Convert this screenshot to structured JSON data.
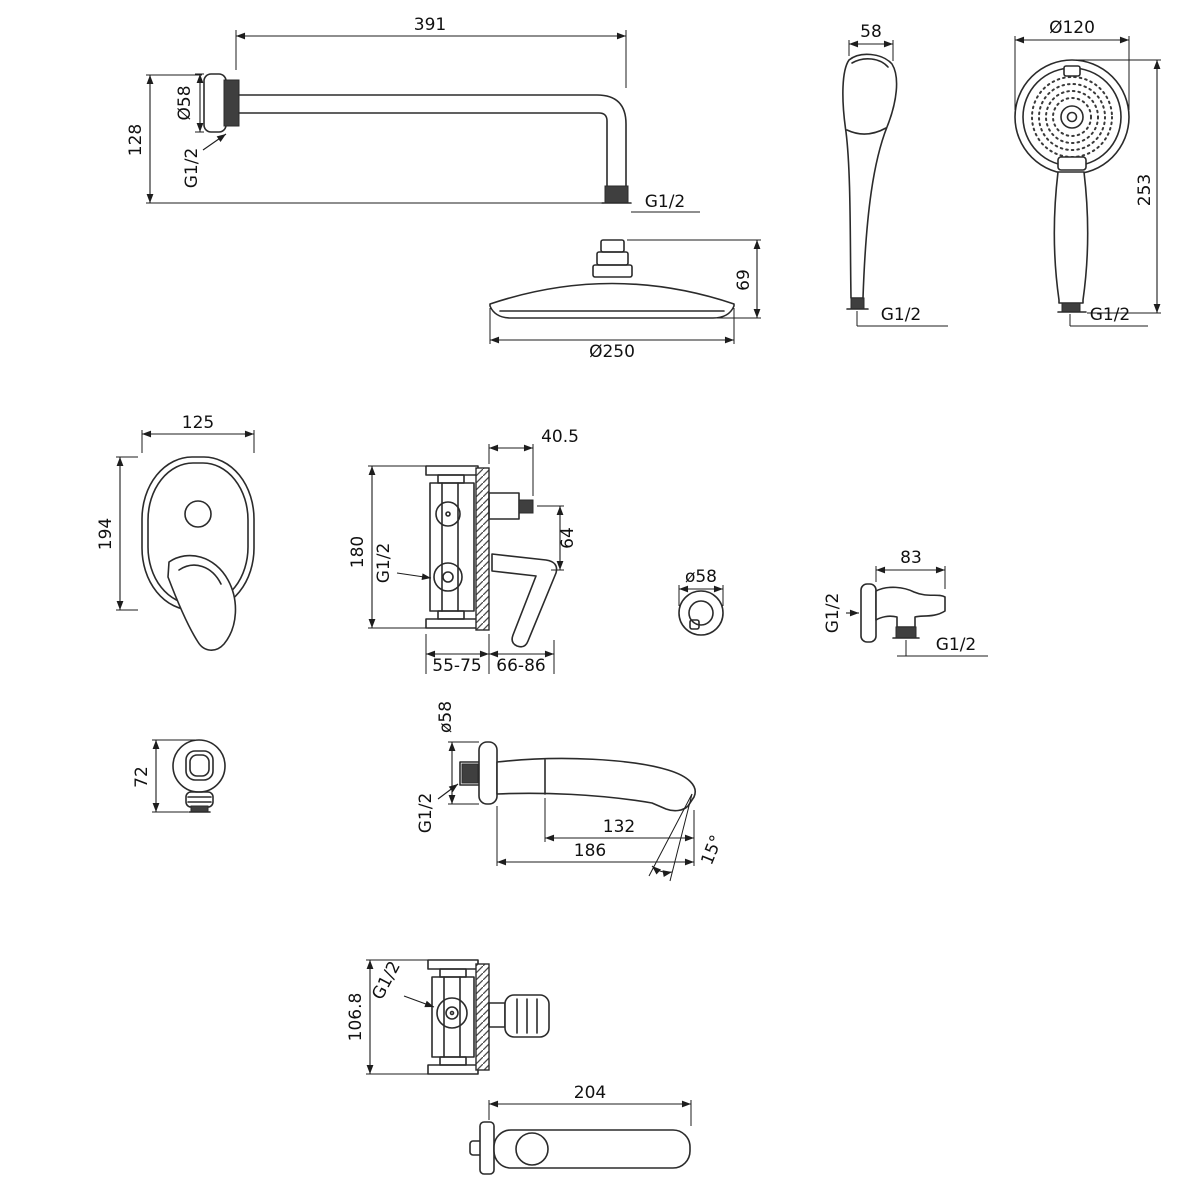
{
  "sheet": {
    "background": "#ffffff",
    "line_color": "#2b2b2b"
  },
  "labels": {
    "shower_arm": {
      "length": "391",
      "height": "128",
      "flange_diameter": "Ø58",
      "wall_thread": "G1/2",
      "outlet_thread": "G1/2"
    },
    "rain_head": {
      "height": "69",
      "diameter": "Ø250"
    },
    "hand_shower_side": {
      "width": "58",
      "thread": "G1/2"
    },
    "hand_shower_front": {
      "diameter": "Ø120",
      "height": "253",
      "thread": "G1/2"
    },
    "trim_plate": {
      "width": "125",
      "height": "194"
    },
    "mixer_valve": {
      "depth": "40.5",
      "height": "180",
      "thread": "G1/2",
      "port_spacing": "64",
      "recess_range_left": "55-75",
      "recess_range_right": "66-86"
    },
    "escutcheon": {
      "diameter": "ø58"
    },
    "outlet_elbow": {
      "length": "83",
      "inlet_thread": "G1/2",
      "outlet_thread": "G1/2"
    },
    "wall_holder": {
      "height": "72"
    },
    "spout_side": {
      "flange_diameter": "ø58",
      "thread": "G1/2",
      "reach_inner": "132",
      "reach_total": "186",
      "tilt_angle": "15°"
    },
    "shower_valve": {
      "height": "106.8",
      "thread": "G1/2"
    },
    "spout_top": {
      "length": "204"
    }
  }
}
